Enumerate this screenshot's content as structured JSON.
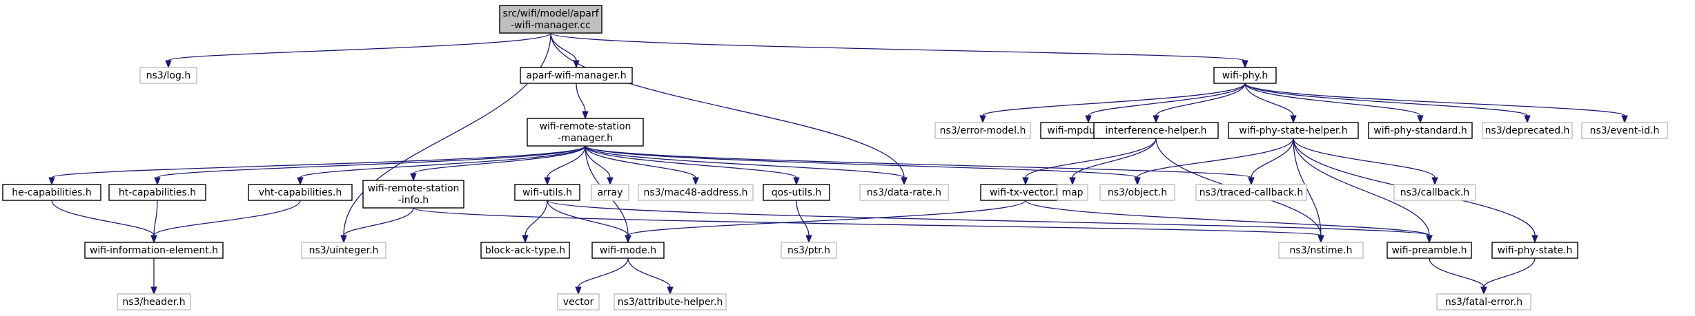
{
  "colors": {
    "edge": "#191970",
    "root_fill": "#bfbfbf",
    "local_border": "#000000",
    "external_border": "#bfbfbf",
    "background": "#ffffff"
  },
  "nodes": [
    {
      "id": "root",
      "kind": "root",
      "lines": [
        "src/wifi/model/aparf",
        "-wifi-manager.cc"
      ]
    },
    {
      "id": "ns3log",
      "kind": "external",
      "lines": [
        "ns3/log.h"
      ]
    },
    {
      "id": "aparf",
      "kind": "local",
      "lines": [
        "aparf-wifi-manager.h"
      ]
    },
    {
      "id": "datarate",
      "kind": "external",
      "lines": [
        "ns3/data-rate.h"
      ]
    },
    {
      "id": "wifiphy",
      "kind": "local",
      "lines": [
        "wifi-phy.h"
      ]
    },
    {
      "id": "uinteger",
      "kind": "external",
      "lines": [
        "ns3/uinteger.h"
      ]
    },
    {
      "id": "wrsm",
      "kind": "local",
      "lines": [
        "wifi-remote-station",
        "-manager.h"
      ]
    },
    {
      "id": "errormodel",
      "kind": "external",
      "lines": [
        "ns3/error-model.h"
      ]
    },
    {
      "id": "mpdutype",
      "kind": "local",
      "lines": [
        "wifi-mpdu-type.h"
      ]
    },
    {
      "id": "interference",
      "kind": "local",
      "lines": [
        "interference-helper.h"
      ]
    },
    {
      "id": "physhelper",
      "kind": "local",
      "lines": [
        "wifi-phy-state-helper.h"
      ]
    },
    {
      "id": "phystandard",
      "kind": "local",
      "lines": [
        "wifi-phy-standard.h"
      ]
    },
    {
      "id": "deprecated",
      "kind": "external",
      "lines": [
        "ns3/deprecated.h"
      ]
    },
    {
      "id": "eventid",
      "kind": "external",
      "lines": [
        "ns3/event-id.h"
      ]
    },
    {
      "id": "hecap",
      "kind": "local",
      "lines": [
        "he-capabilities.h"
      ]
    },
    {
      "id": "htcap",
      "kind": "local",
      "lines": [
        "ht-capabilities.h"
      ]
    },
    {
      "id": "vhtcap",
      "kind": "local",
      "lines": [
        "vht-capabilities.h"
      ]
    },
    {
      "id": "wrsinfo",
      "kind": "local",
      "lines": [
        "wifi-remote-station",
        "-info.h"
      ]
    },
    {
      "id": "wifiutils",
      "kind": "local",
      "lines": [
        "wifi-utils.h"
      ]
    },
    {
      "id": "array",
      "kind": "external",
      "lines": [
        "array"
      ]
    },
    {
      "id": "mac48",
      "kind": "external",
      "lines": [
        "ns3/mac48-address.h"
      ]
    },
    {
      "id": "qosutils",
      "kind": "local",
      "lines": [
        "qos-utils.h"
      ]
    },
    {
      "id": "txvector",
      "kind": "local",
      "lines": [
        "wifi-tx-vector.h"
      ]
    },
    {
      "id": "map",
      "kind": "external",
      "lines": [
        "map"
      ]
    },
    {
      "id": "object",
      "kind": "external",
      "lines": [
        "ns3/object.h"
      ]
    },
    {
      "id": "traced",
      "kind": "external",
      "lines": [
        "ns3/traced-callback.h"
      ]
    },
    {
      "id": "callback",
      "kind": "external",
      "lines": [
        "ns3/callback.h"
      ]
    },
    {
      "id": "infoelem",
      "kind": "local",
      "lines": [
        "wifi-information-element.h"
      ]
    },
    {
      "id": "blockack",
      "kind": "local",
      "lines": [
        "block-ack-type.h"
      ]
    },
    {
      "id": "wifimode",
      "kind": "local",
      "lines": [
        "wifi-mode.h"
      ]
    },
    {
      "id": "ptr",
      "kind": "external",
      "lines": [
        "ns3/ptr.h"
      ]
    },
    {
      "id": "nstime",
      "kind": "external",
      "lines": [
        "ns3/nstime.h"
      ]
    },
    {
      "id": "preamble",
      "kind": "local",
      "lines": [
        "wifi-preamble.h"
      ]
    },
    {
      "id": "physstate",
      "kind": "local",
      "lines": [
        "wifi-phy-state.h"
      ]
    },
    {
      "id": "header",
      "kind": "external",
      "lines": [
        "ns3/header.h"
      ]
    },
    {
      "id": "vector",
      "kind": "external",
      "lines": [
        "vector"
      ]
    },
    {
      "id": "attrhelper",
      "kind": "external",
      "lines": [
        "ns3/attribute-helper.h"
      ]
    },
    {
      "id": "fatalerror",
      "kind": "external",
      "lines": [
        "ns3/fatal-error.h"
      ]
    }
  ],
  "edges": [
    [
      "root",
      "ns3log"
    ],
    [
      "root",
      "aparf"
    ],
    [
      "root",
      "datarate"
    ],
    [
      "root",
      "wifiphy"
    ],
    [
      "root",
      "uinteger"
    ],
    [
      "aparf",
      "wrsm"
    ],
    [
      "wifiphy",
      "errormodel"
    ],
    [
      "wifiphy",
      "mpdutype"
    ],
    [
      "wifiphy",
      "interference"
    ],
    [
      "wifiphy",
      "physhelper"
    ],
    [
      "wifiphy",
      "phystandard"
    ],
    [
      "wifiphy",
      "deprecated"
    ],
    [
      "wifiphy",
      "eventid"
    ],
    [
      "wrsm",
      "hecap"
    ],
    [
      "wrsm",
      "htcap"
    ],
    [
      "wrsm",
      "vhtcap"
    ],
    [
      "wrsm",
      "wrsinfo"
    ],
    [
      "wrsm",
      "wifiutils"
    ],
    [
      "wrsm",
      "array"
    ],
    [
      "wrsm",
      "mac48"
    ],
    [
      "wrsm",
      "qosutils"
    ],
    [
      "wrsm",
      "datarate"
    ],
    [
      "wrsm",
      "object"
    ],
    [
      "wrsm",
      "traced"
    ],
    [
      "wrsm",
      "wifimode"
    ],
    [
      "hecap",
      "infoelem"
    ],
    [
      "htcap",
      "infoelem"
    ],
    [
      "vhtcap",
      "infoelem"
    ],
    [
      "wrsinfo",
      "uinteger"
    ],
    [
      "wrsinfo",
      "nstime"
    ],
    [
      "wifiutils",
      "blockack"
    ],
    [
      "wifiutils",
      "wifimode"
    ],
    [
      "wifiutils",
      "preamble"
    ],
    [
      "qosutils",
      "ptr"
    ],
    [
      "interference",
      "txvector"
    ],
    [
      "interference",
      "map"
    ],
    [
      "interference",
      "nstime"
    ],
    [
      "physhelper",
      "object"
    ],
    [
      "physhelper",
      "traced"
    ],
    [
      "physhelper",
      "callback"
    ],
    [
      "physhelper",
      "nstime"
    ],
    [
      "physhelper",
      "preamble"
    ],
    [
      "physhelper",
      "physstate"
    ],
    [
      "txvector",
      "wifimode"
    ],
    [
      "txvector",
      "preamble"
    ],
    [
      "infoelem",
      "header"
    ],
    [
      "wifimode",
      "vector"
    ],
    [
      "wifimode",
      "attrhelper"
    ],
    [
      "preamble",
      "fatalerror"
    ],
    [
      "physstate",
      "fatalerror"
    ]
  ]
}
